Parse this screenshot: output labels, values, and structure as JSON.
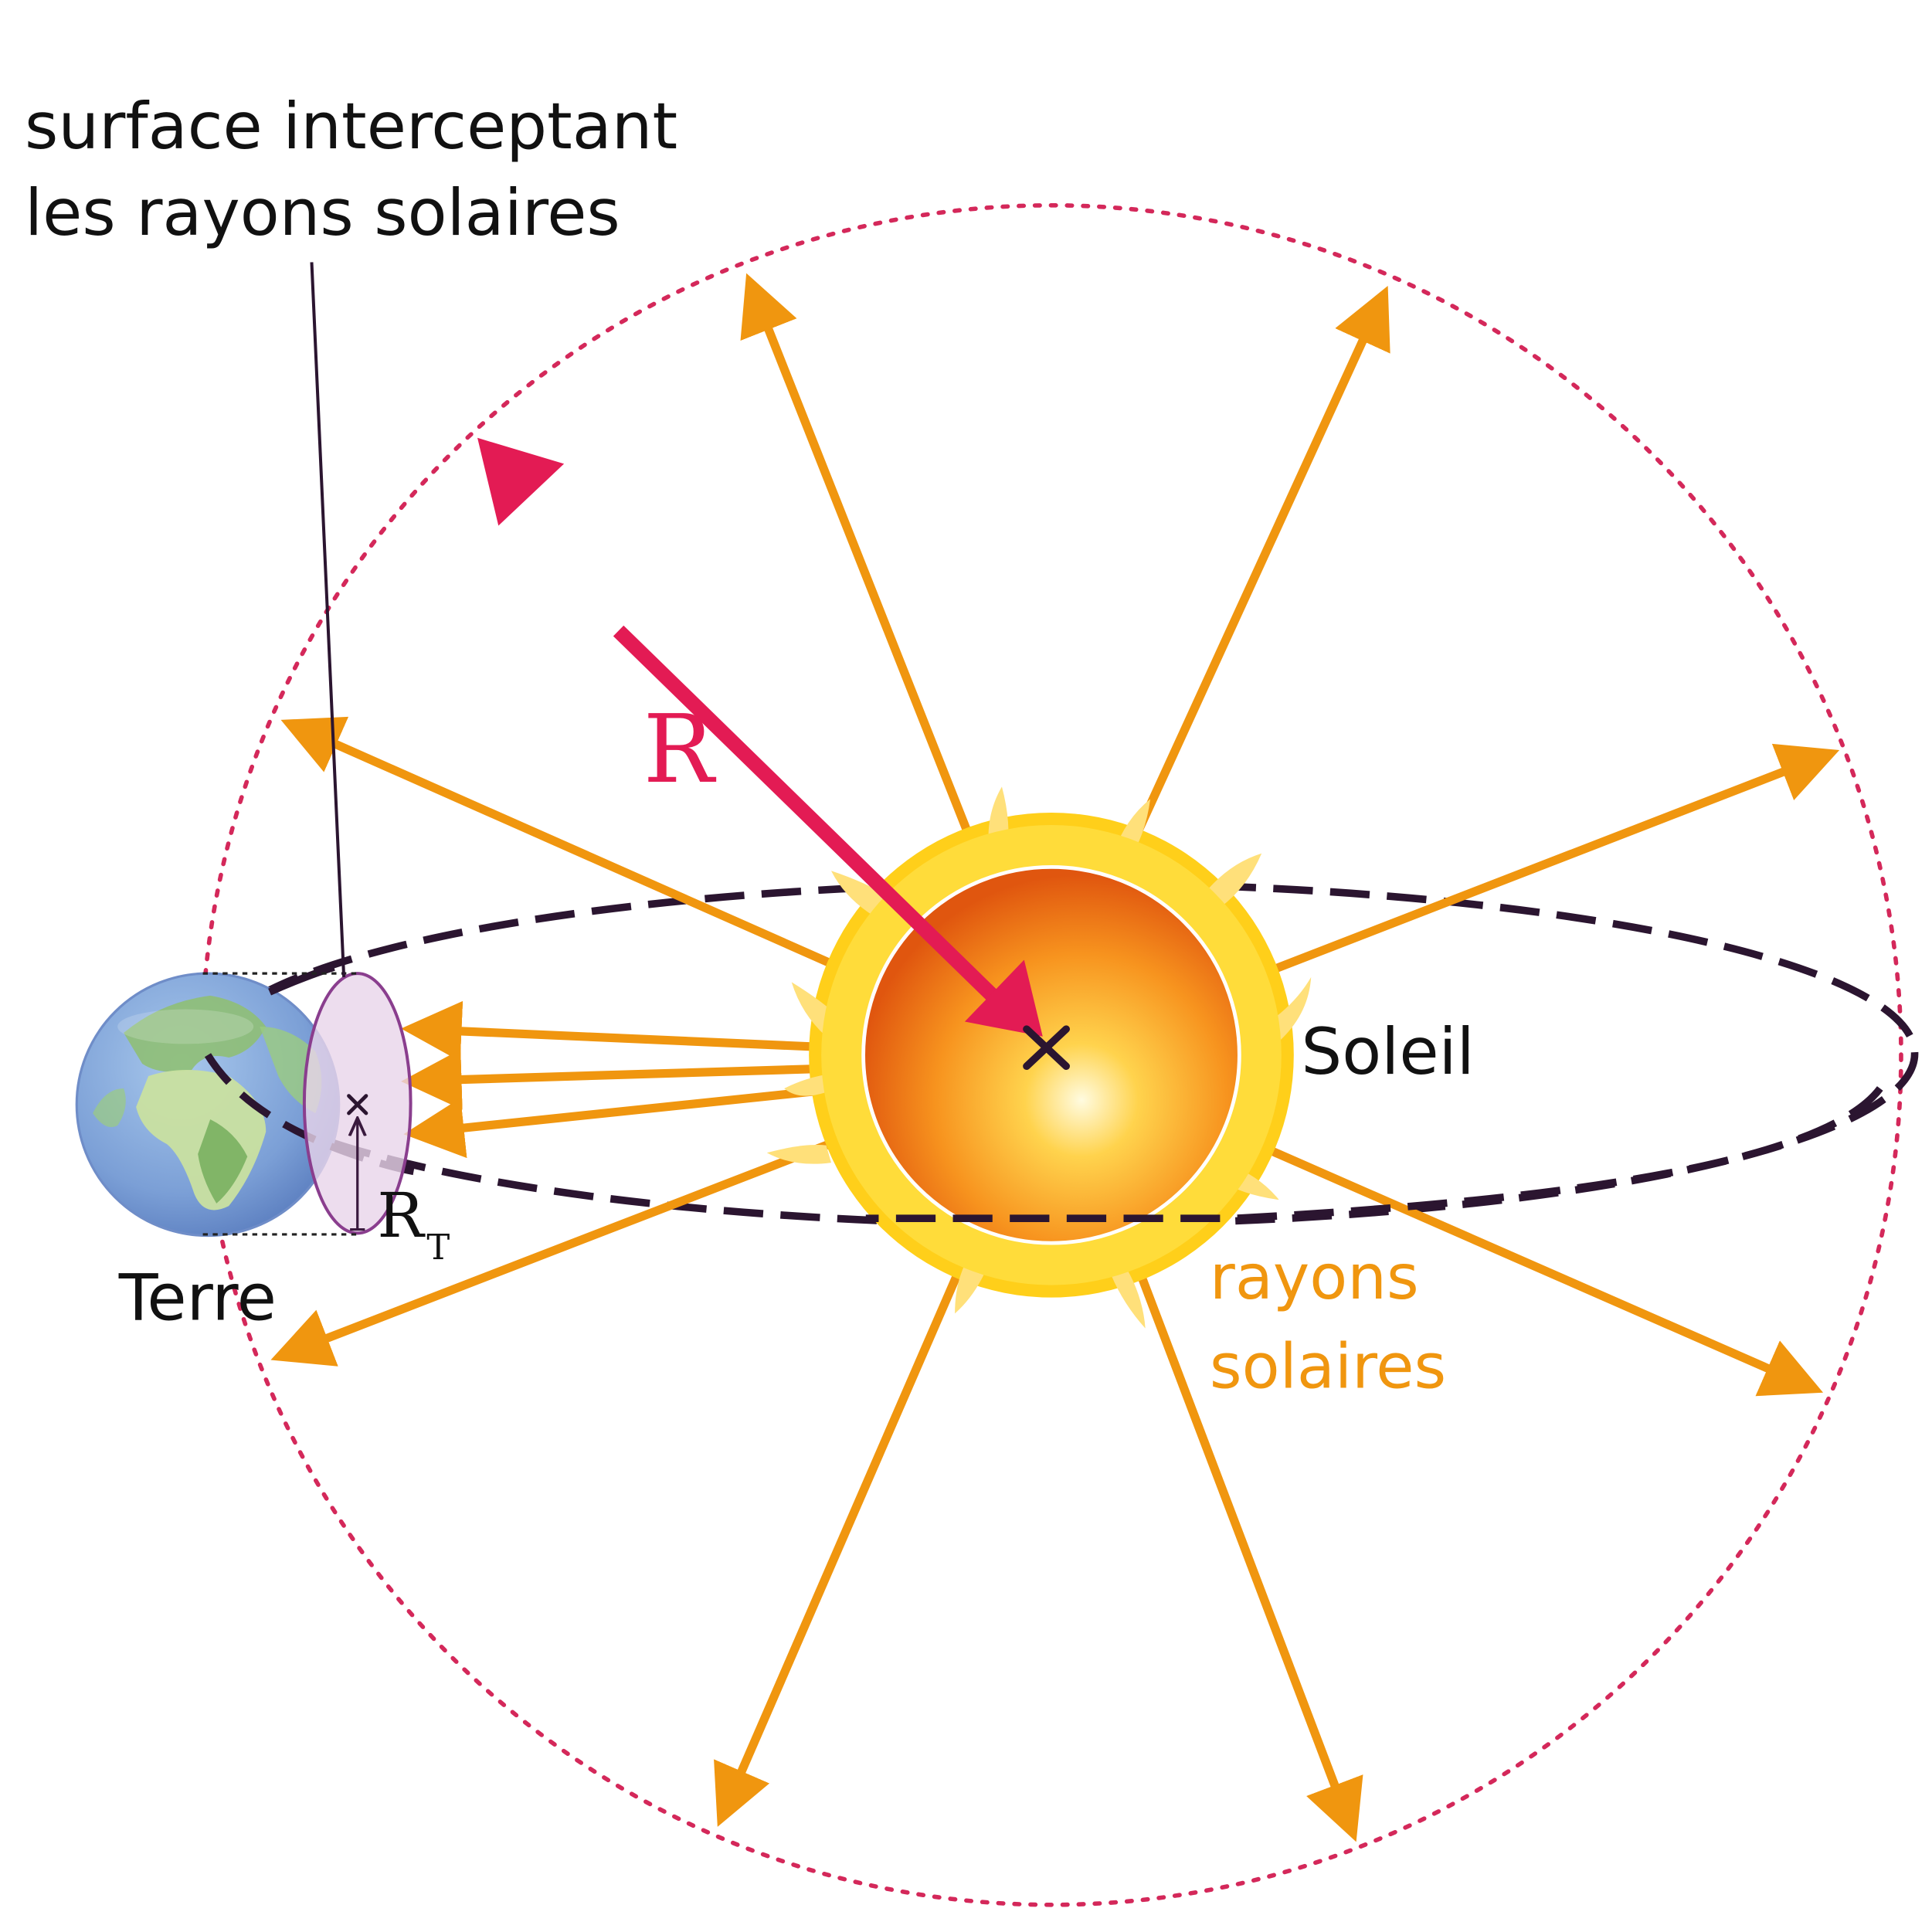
{
  "labels": {
    "surface_line1": "surface interceptant",
    "surface_line2": "les rayons solaires",
    "radius": "R",
    "sun": "Soleil",
    "earth": "Terre",
    "earth_radius_main": "R",
    "earth_radius_sub": "T",
    "rays_line1": "rayons",
    "rays_line2": "solaires"
  },
  "colors": {
    "ray": "#f0960f",
    "radius_arrow": "#e31b54",
    "sphere_dots": "#d4285a",
    "orbit": "#2b1530",
    "text": "#111111",
    "rays_text": "#f0960f",
    "surface_fill": "#e8d4ea",
    "surface_stroke": "#8a3e8e"
  },
  "icons": {
    "sun": "sun-icon",
    "earth": "globe-icon",
    "center_mark": "cross-icon"
  }
}
